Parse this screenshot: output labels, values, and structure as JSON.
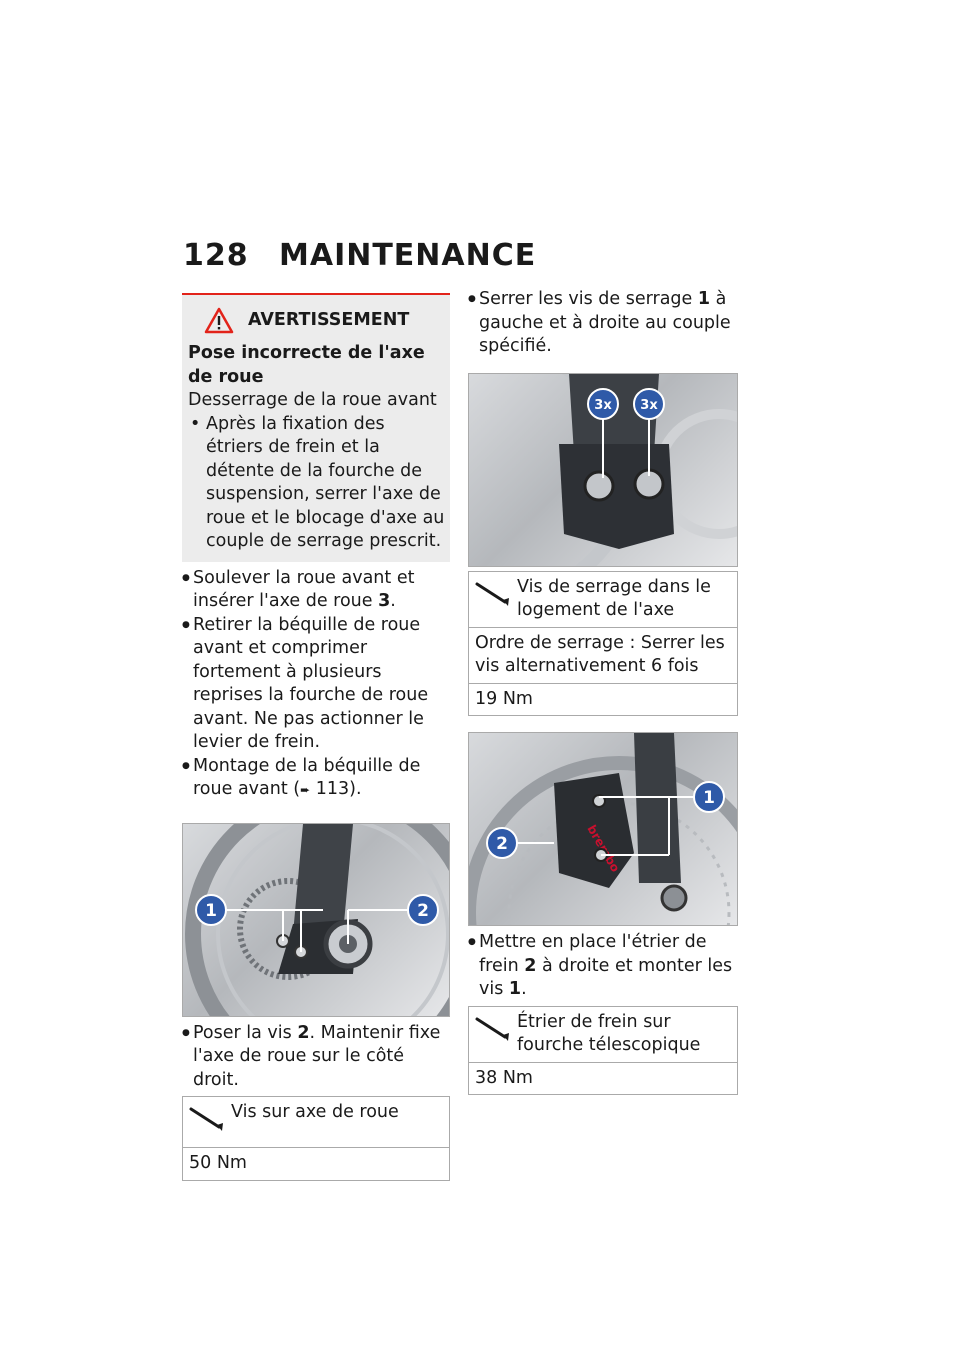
{
  "header": {
    "page_number": "128",
    "title": "MAINTENANCE"
  },
  "warning": {
    "heading": "AVERTISSEMENT",
    "subtitle": "Pose incorrecte de l'axe de roue",
    "cause": "Desserrage de la roue avant",
    "items": [
      "Après la fixation des étriers de frein et la détente de la fourche de suspension, serrer l'axe de roue et le blocage d'axe au couple de serrage prescrit."
    ]
  },
  "left_steps": {
    "s1_pre": "Soulever la roue avant et insérer l'axe de roue ",
    "s1_bold": "3",
    "s1_post": ".",
    "s2": "Retirer la béquille de roue avant et comprimer fortement à plusieurs reprises la fourche de roue avant. Ne pas actionner le levier de frein.",
    "s3_pre": "Montage de la béquille de roue avant (",
    "s3_ref": "113",
    "s3_post": ").",
    "s4_pre": "Poser la vis ",
    "s4_bold": "2",
    "s4_post": ". Maintenir fixe l'axe de roue sur le côté droit."
  },
  "photo1": {
    "label1": "1",
    "label2": "2"
  },
  "spec1": {
    "name": "Vis sur axe de roue",
    "value": "50 Nm"
  },
  "right_steps": {
    "s1_pre": "Serrer les vis de serrage ",
    "s1_bold": "1",
    "s1_post": " à gauche et à droite au couple spécifié.",
    "s2_pre": "Mettre en place l'étrier de frein ",
    "s2_bold": "2",
    "s2_mid": " à droite et monter les vis ",
    "s2_bold2": "1",
    "s2_post": "."
  },
  "photo2": {
    "label_a": "3x",
    "label_b": "3x"
  },
  "spec2": {
    "name": "Vis de serrage dans le logement de l'axe",
    "order": "Ordre de serrage : Serrer les vis alternativement 6 fois",
    "value": "19 Nm"
  },
  "photo3": {
    "label1": "1",
    "label2": "2",
    "brand": "brembo"
  },
  "spec3": {
    "name": "Étrier de frein sur fourche télescopique",
    "value": "38 Nm"
  },
  "colors": {
    "accent_red": "#e2231a",
    "label_blue": "#2f5aa8",
    "warning_bg": "#ececec"
  }
}
